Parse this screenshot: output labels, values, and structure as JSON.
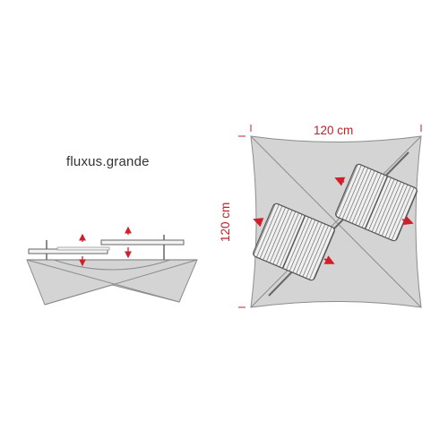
{
  "diagram": {
    "product_name": "fluxus.grande",
    "dimension_width": "120 cm",
    "dimension_height": "120 cm"
  },
  "colors": {
    "body_fill": "#d4d4d4",
    "body_stroke": "#8c8c8c",
    "grate_fill": "#f0f0f0",
    "grate_stroke": "#555555",
    "arrow": "#d01f2a",
    "dimension_text": "#c0202a",
    "label_text": "#333333"
  },
  "icons": {
    "arrow": "double-headed-arrow-icon",
    "grate": "grill-grate-icon"
  }
}
